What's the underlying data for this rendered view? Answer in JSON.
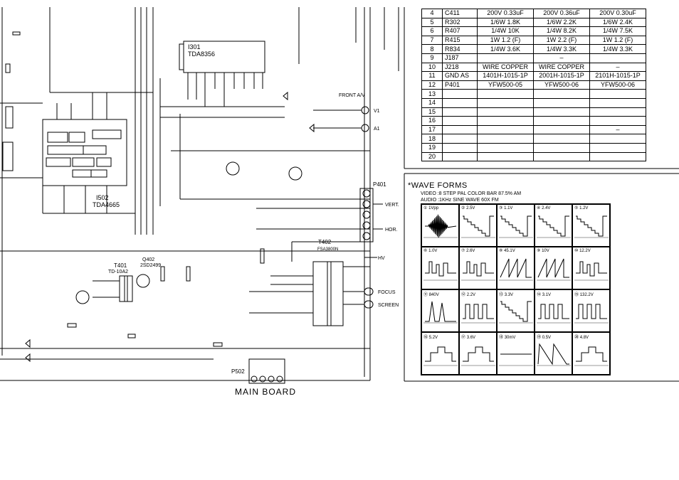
{
  "parts_table": {
    "rows": [
      {
        "no": "4",
        "ref": "C411",
        "c1": "200V 0.33uF",
        "c2": "200V 0.36uF",
        "c3": "200V 0.30uF"
      },
      {
        "no": "5",
        "ref": "R302",
        "c1": "1/6W 1.8K",
        "c2": "1/6W 2.2K",
        "c3": "1/6W 2.4K"
      },
      {
        "no": "6",
        "ref": "R407",
        "c1": "1/4W 10K",
        "c2": "1/4W 8.2K",
        "c3": "1/4W 7.5K"
      },
      {
        "no": "7",
        "ref": "R415",
        "c1": "1W 1.2 (F)",
        "c2": "1W 2.2 (F)",
        "c3": "1W 1.2 (F)"
      },
      {
        "no": "8",
        "ref": "R834",
        "c1": "1/4W 3.6K",
        "c2": "1/4W 3.3K",
        "c3": "1/4W 3.3K"
      },
      {
        "no": "9",
        "ref": "J187",
        "c1": "",
        "c2": "–",
        "c3": ""
      },
      {
        "no": "10",
        "ref": "J218",
        "c1": "WIRE COPPER",
        "c2": "WIRE COPPER",
        "c3": "–"
      },
      {
        "no": "11",
        "ref": "GND AS",
        "c1": "1401H-1015-1P",
        "c2": "2001H-1015-1P",
        "c3": "2101H-1015-1P"
      },
      {
        "no": "12",
        "ref": "P401",
        "c1": "YFW500-05",
        "c2": "YFW500-06",
        "c3": "YFW500-06"
      },
      {
        "no": "13",
        "ref": "",
        "c1": "",
        "c2": "",
        "c3": ""
      },
      {
        "no": "14",
        "ref": "",
        "c1": "",
        "c2": "",
        "c3": ""
      },
      {
        "no": "15",
        "ref": "",
        "c1": "",
        "c2": "",
        "c3": ""
      },
      {
        "no": "16",
        "ref": "",
        "c1": "",
        "c2": "",
        "c3": ""
      },
      {
        "no": "17",
        "ref": "",
        "c1": "",
        "c2": "",
        "c3": "–"
      },
      {
        "no": "18",
        "ref": "",
        "c1": "",
        "c2": "",
        "c3": ""
      },
      {
        "no": "19",
        "ref": "",
        "c1": "",
        "c2": "",
        "c3": ""
      },
      {
        "no": "20",
        "ref": "",
        "c1": "",
        "c2": "",
        "c3": ""
      }
    ]
  },
  "waveforms": {
    "title": "*WAVE FORMS",
    "video_line": "VIDEO :8 STEP PAL COLOR BAR 87.5% AM",
    "audio_line": "AUDIO :1KHz SINE WAVE 60X FM",
    "cells": [
      {
        "id": "①",
        "val": "1Vpp",
        "kind": "burst"
      },
      {
        "id": "②",
        "val": "2.5V",
        "kind": "stair"
      },
      {
        "id": "③",
        "val": "1.1V",
        "kind": "stair"
      },
      {
        "id": "④",
        "val": "2.4V",
        "kind": "stair"
      },
      {
        "id": "⑤",
        "val": "1.2V",
        "kind": "stair"
      },
      {
        "id": "⑥",
        "val": "1.0V",
        "kind": "pulse"
      },
      {
        "id": "⑦",
        "val": "2.6V",
        "kind": "pulse"
      },
      {
        "id": "⑧",
        "val": "45.1V",
        "kind": "ramp"
      },
      {
        "id": "⑨",
        "val": "10V",
        "kind": "ramp"
      },
      {
        "id": "⑩",
        "val": "12.2V",
        "kind": "pulse"
      },
      {
        "id": "⑪",
        "val": "840V",
        "kind": "peak"
      },
      {
        "id": "⑫",
        "val": "2.2V",
        "kind": "square"
      },
      {
        "id": "⑬",
        "val": "3.3V",
        "kind": "stair"
      },
      {
        "id": "⑭",
        "val": "3.1V",
        "kind": "square"
      },
      {
        "id": "⑮",
        "val": "132.2V",
        "kind": "square"
      },
      {
        "id": "⑯",
        "val": "5.2V",
        "kind": "step"
      },
      {
        "id": "⑰",
        "val": "3.6V",
        "kind": "step"
      },
      {
        "id": "⑱",
        "val": "30mV",
        "kind": "flat"
      },
      {
        "id": "⑲",
        "val": "0.5V",
        "kind": "saw"
      },
      {
        "id": "⑳",
        "val": "4.8V",
        "kind": "step"
      }
    ]
  },
  "schematic": {
    "ic_main": "I301",
    "ic_main_part": "TDA8356",
    "ic_jungle": "I502",
    "ic_jungle_part": "TDA4665",
    "transformer": "T402",
    "transformer_part": "FSA3800N",
    "driver": "T401",
    "driver_part": "TD-10A2",
    "transistor": "Q402",
    "transistor_part": "2SD2499",
    "connector_p401": "P401",
    "connector_p502": "P502",
    "front_av": "FRONT A/V",
    "board_name": "MAIN BOARD",
    "out_vert": "VERT.",
    "out_hor": "HOR.",
    "out_hv": "HV",
    "out_focus": "FOCUS",
    "out_screen": "SCREEN",
    "pin_v1": "V1",
    "pin_a1": "A1"
  }
}
